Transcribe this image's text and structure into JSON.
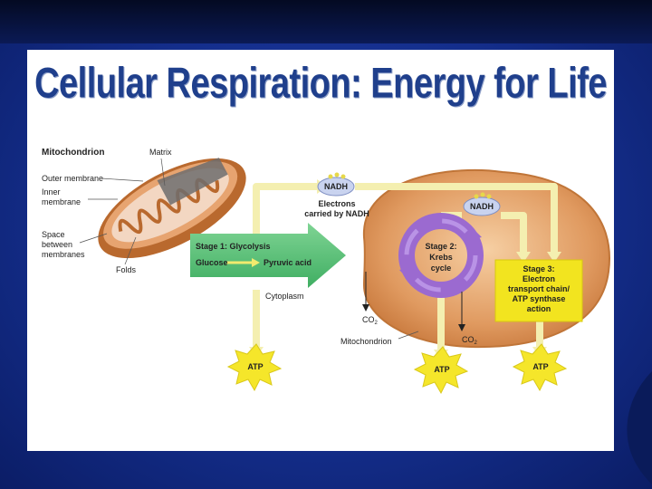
{
  "slide": {
    "title": "Cellular Respiration: Energy for Life"
  },
  "mitochondrion_diagram": {
    "heading": "Mitochondrion",
    "labels": {
      "matrix": "Matrix",
      "outer_membrane": "Outer membrane",
      "inner_membrane": [
        "Inner",
        "membrane"
      ],
      "space": [
        "Space",
        "between",
        "membranes"
      ],
      "folds": "Folds"
    }
  },
  "pathway": {
    "nadh_top": "NADH",
    "electrons_note": [
      "Electrons",
      "carried by NADH"
    ],
    "nadh_inner": "NADH",
    "stage1": {
      "title": "Stage 1: Glycolysis",
      "from": "Glucose",
      "to": "Pyruvic acid"
    },
    "stage2": [
      "Stage 2:",
      "Krebs",
      "cycle"
    ],
    "stage3": [
      "Stage 3:",
      "Electron",
      "transport chain/",
      "ATP synthase",
      "action"
    ],
    "cytoplasm": "Cytoplasm",
    "mitochondrion": "Mitochondrion",
    "co2_left": "CO",
    "co2_right": "CO",
    "co2_subscript": "2",
    "atp_1": "ATP",
    "atp_2": "ATP",
    "atp_3": "ATP"
  },
  "colors": {
    "slide_background": "#142e8c",
    "title": "#1f3f8c",
    "glycolysis_arrow": "#5fc07a",
    "mito_outer": "#d9884a",
    "krebs_cycle": "#9b6ad0",
    "stage3_box": "#f2e41f",
    "atp_burst": "#f5e62a",
    "flow_arrow": "#f4efb0"
  }
}
